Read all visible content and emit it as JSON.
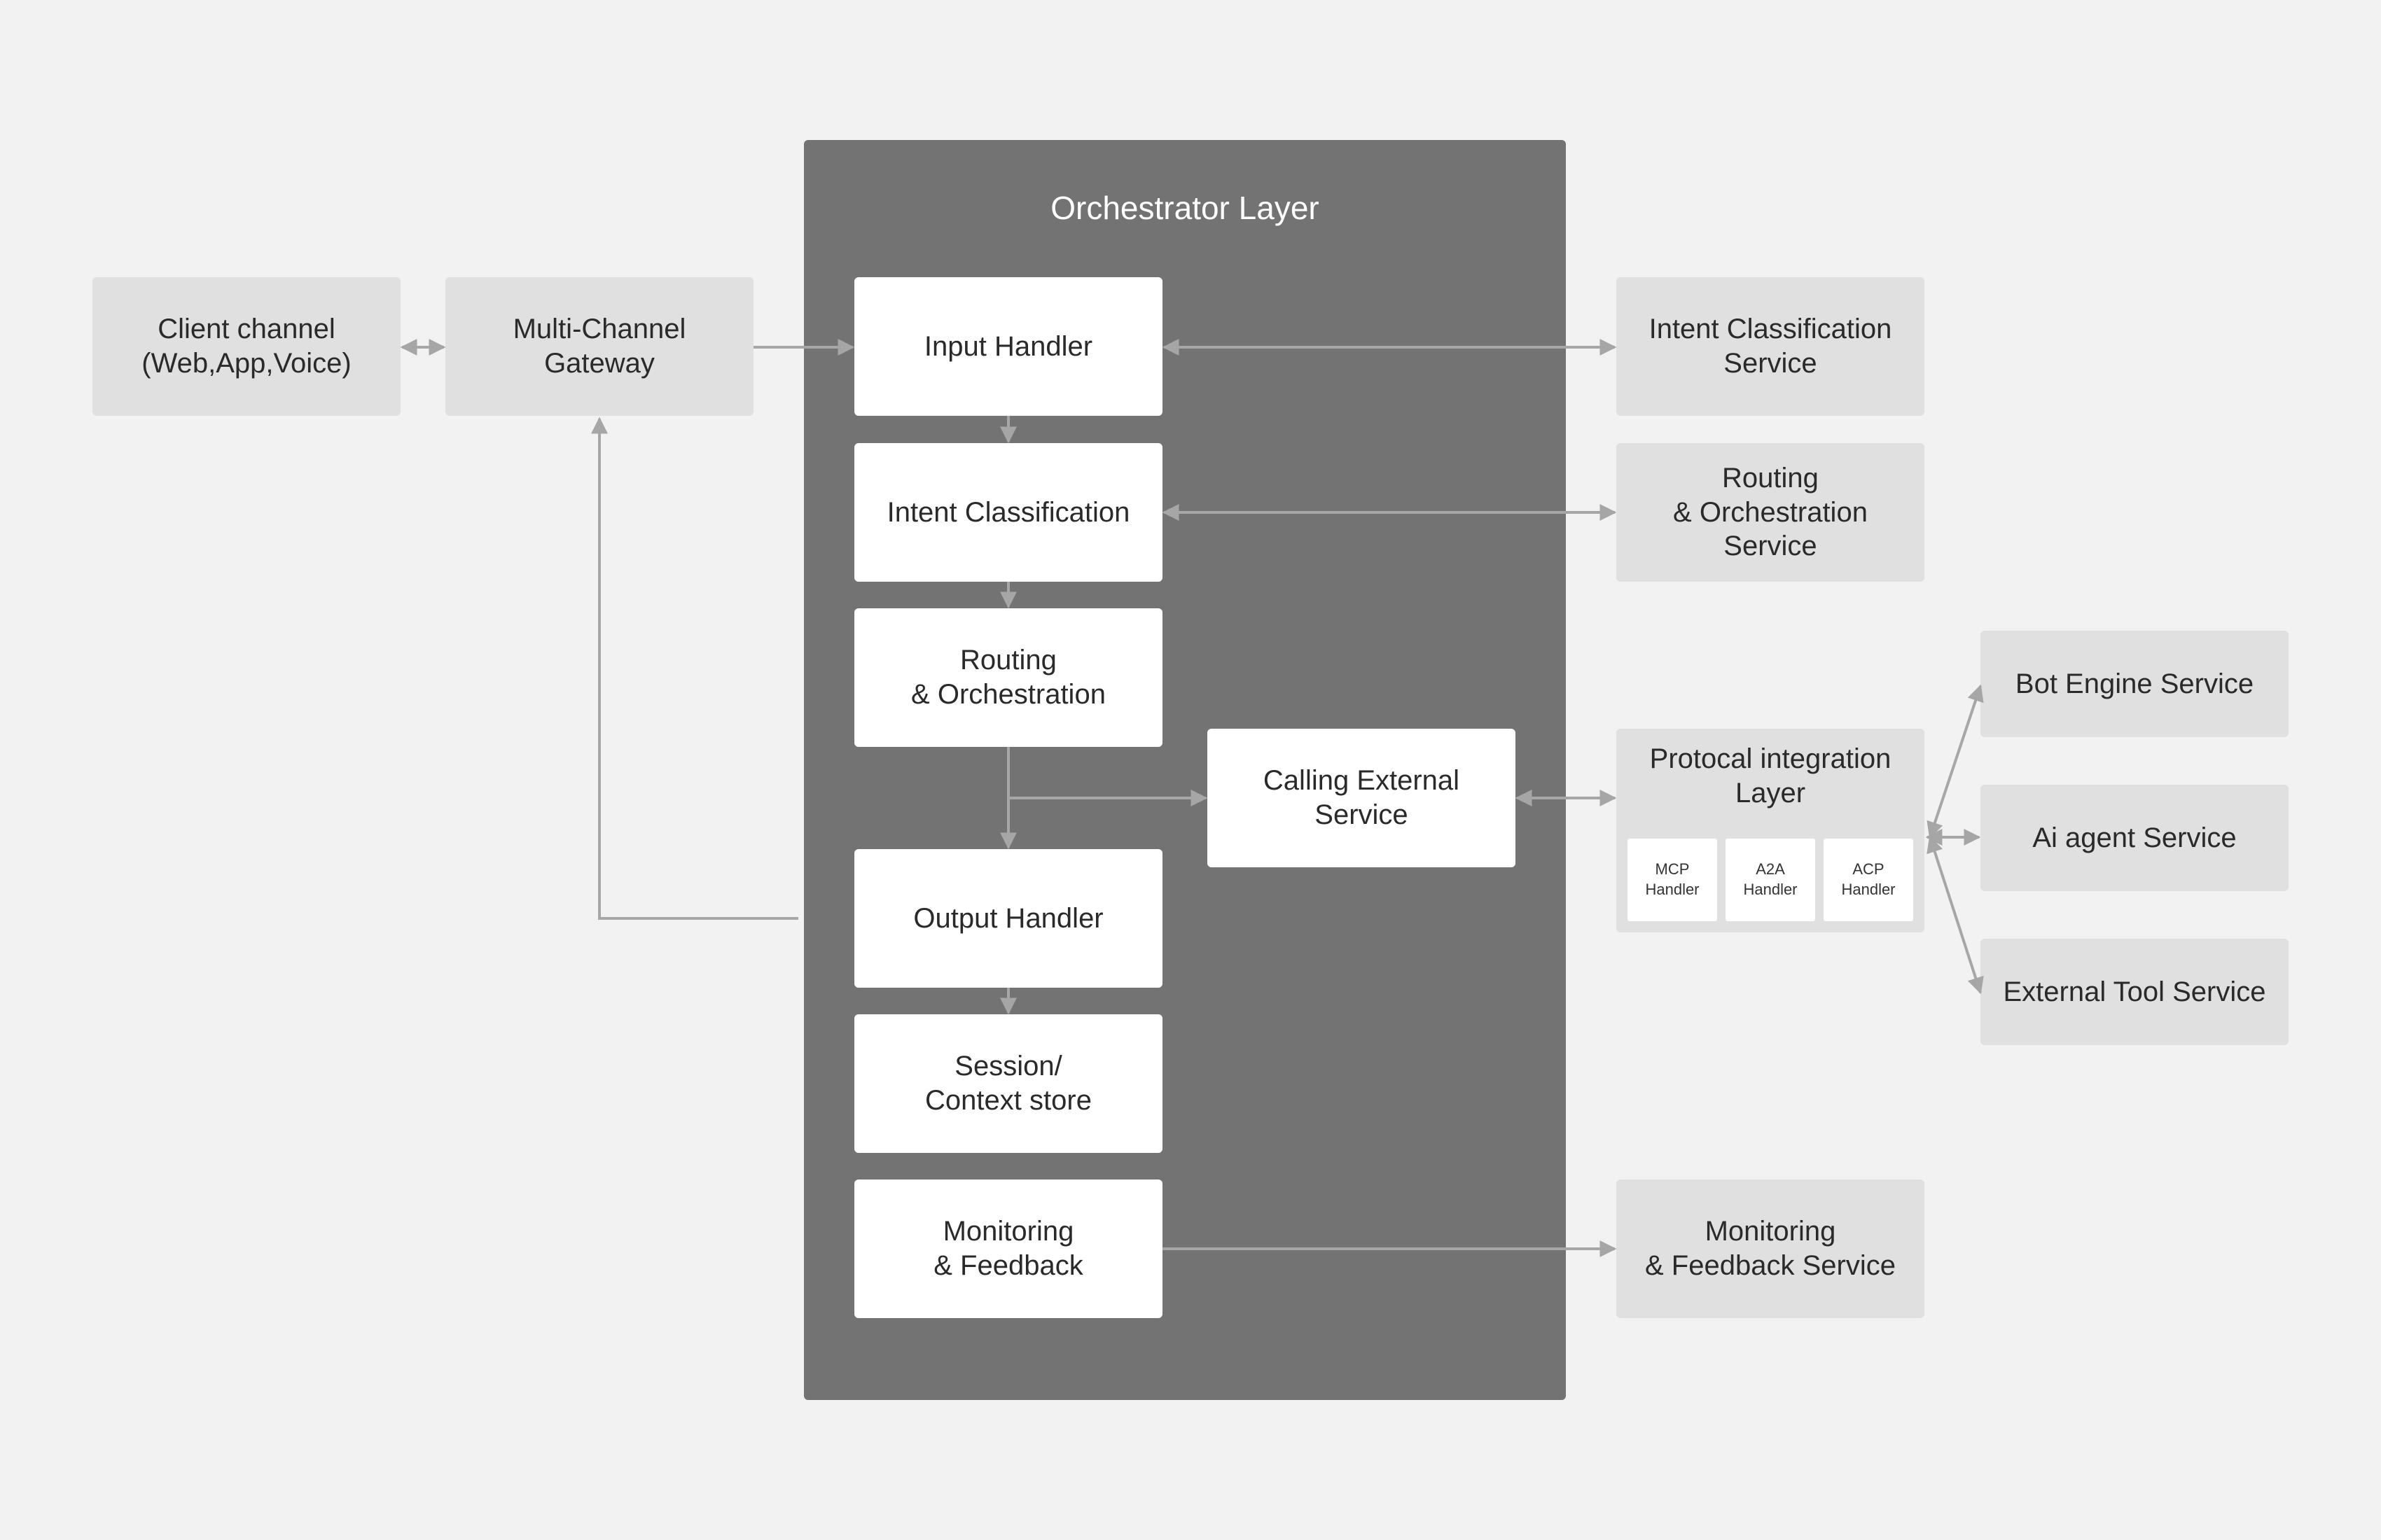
{
  "orchestrator": {
    "title": "Orchestrator Layer",
    "input_handler": "Input Handler",
    "intent_classification": "Intent Classification",
    "routing": "Routing\n& Orchestration",
    "calling_external": "Calling External\nService",
    "output_handler": "Output Handler",
    "session_store": "Session/\nContext store",
    "monitoring": "Monitoring\n& Feedback"
  },
  "left": {
    "client_channel": "Client channel\n(Web,App,Voice)",
    "gateway": "Multi-Channel\nGateway"
  },
  "services": {
    "intent_service": "Intent Classification\nService",
    "routing_service": "Routing\n& Orchestration\nService",
    "monitoring_service": "Monitoring\n& Feedback Service"
  },
  "protocol": {
    "title": "Protocal integration\nLayer",
    "handlers": [
      "MCP\nHandler",
      "A2A\nHandler",
      "ACP\nHandler"
    ]
  },
  "external": {
    "bot_engine": "Bot Engine Service",
    "ai_agent": "Ai agent Service",
    "external_tool": "External Tool Service"
  },
  "colors": {
    "background": "#f2f2f2",
    "orchestrator_panel": "#737373",
    "service_box": "#e0e0e0",
    "inner_box": "#ffffff",
    "connector": "#a6a6a6",
    "text": "#2a2a2a"
  }
}
